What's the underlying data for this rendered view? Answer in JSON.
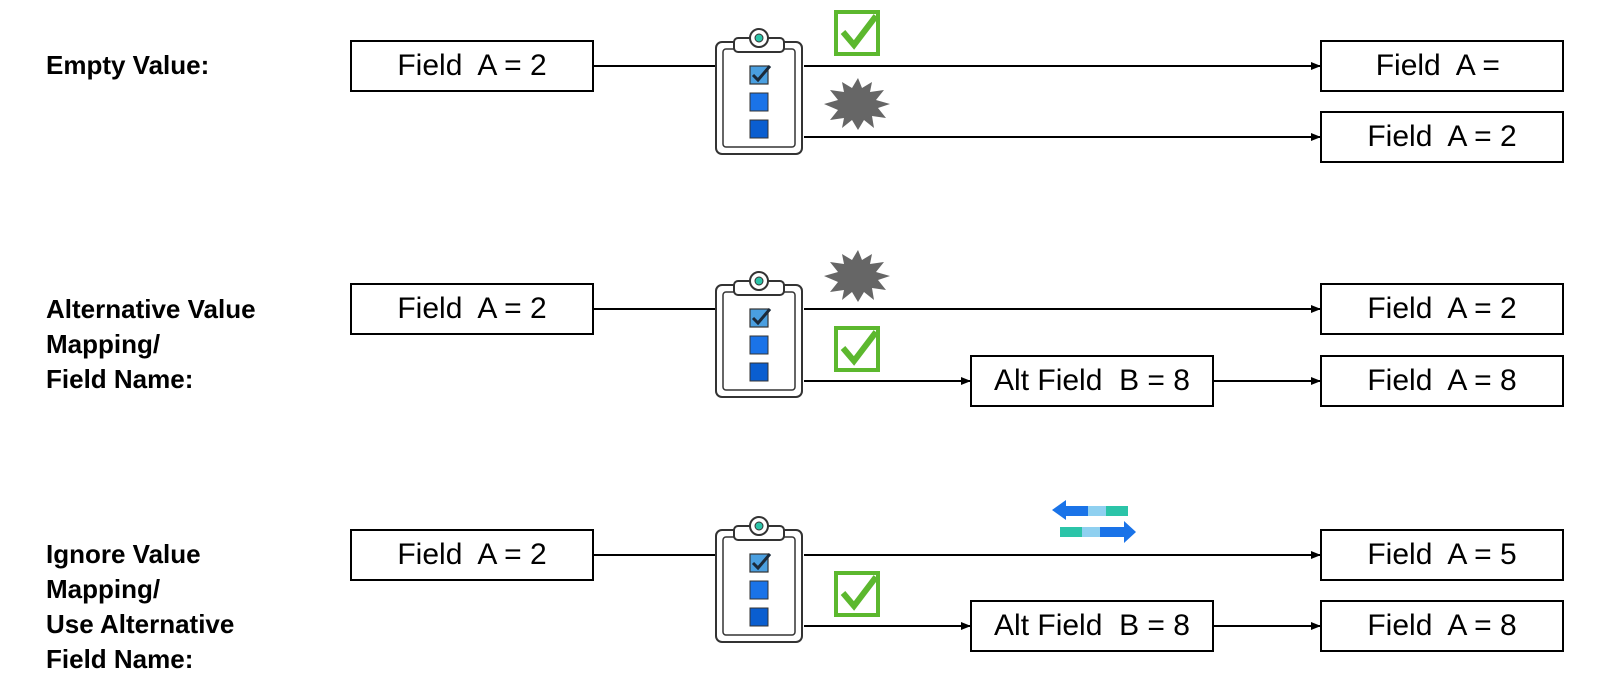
{
  "colors": {
    "line": "#000000",
    "check_green": "#5cb82e",
    "burst_gray": "#666666",
    "clipboard_blue_light": "#4a9fe0",
    "clipboard_blue": "#1a73e8",
    "clipboard_teal": "#2bc4a8",
    "swap_blue": "#1a73e8",
    "swap_teal": "#2bc4a8"
  },
  "rows": [
    {
      "label_lines": [
        "Empty Value:"
      ],
      "source_box": "Field  A = 2",
      "top_result": "Field  A = ",
      "bottom_result": "Field  A = 2",
      "top_marker": "check-icon",
      "bottom_marker": "error-burst-icon"
    },
    {
      "label_lines": [
        "Alternative Value",
        "Mapping/",
        "Field Name:"
      ],
      "source_box": "Field  A = 2",
      "top_result": "Field  A = 2",
      "alt_box": "Alt Field  B = 8",
      "bottom_result": "Field  A = 8",
      "top_marker": "error-burst-icon",
      "bottom_marker": "check-icon"
    },
    {
      "label_lines": [
        "Ignore Value",
        "Mapping/",
        "Use Alternative",
        "Field Name:"
      ],
      "source_box": "Field  A = 2",
      "top_result": "Field  A = 5",
      "alt_box": "Alt Field  B = 8",
      "bottom_result": "Field  A = 8",
      "top_marker": "swap-arrows-icon",
      "bottom_marker": "check-icon"
    }
  ]
}
